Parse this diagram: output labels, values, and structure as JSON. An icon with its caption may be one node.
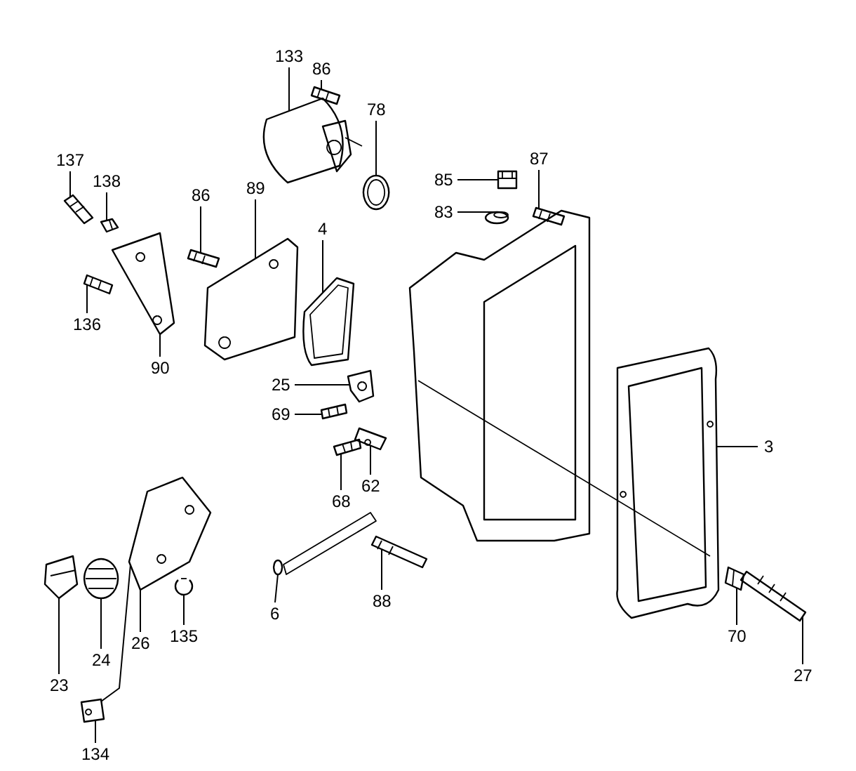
{
  "diagram": {
    "nodes": [
      {
        "text": [
          "133"
        ]
      },
      {
        "text": [
          "86"
        ]
      },
      {
        "text": [
          "78"
        ]
      },
      {
        "text": [
          "137"
        ]
      },
      {
        "text": [
          "138"
        ]
      },
      {
        "text": [
          "86"
        ]
      },
      {
        "text": [
          "89"
        ]
      },
      {
        "text": [
          "4"
        ]
      },
      {
        "text": [
          "87"
        ]
      },
      {
        "text": [
          "85"
        ]
      },
      {
        "text": [
          "83"
        ]
      },
      {
        "text": [
          "136"
        ]
      },
      {
        "text": [
          "90"
        ]
      },
      {
        "text": [
          "25"
        ]
      },
      {
        "text": [
          "69"
        ]
      },
      {
        "text": [
          "62"
        ]
      },
      {
        "text": [
          "68"
        ]
      },
      {
        "text": [
          "3"
        ]
      },
      {
        "text": [
          "88"
        ]
      },
      {
        "text": [
          "6"
        ]
      },
      {
        "text": [
          "135"
        ]
      },
      {
        "text": [
          "26"
        ]
      },
      {
        "text": [
          "24"
        ]
      },
      {
        "text": [
          "70"
        ]
      },
      {
        "text": [
          "27"
        ]
      },
      {
        "text": [
          "23"
        ]
      },
      {
        "text": [
          "134"
        ]
      },
      {
        "text": [],
        "shape": "picture"
      },
      {
        "text": [],
        "shape": "picture"
      },
      {
        "text": [],
        "shape": "picture"
      },
      {
        "text": [],
        "shape": "picture"
      },
      {
        "text": [],
        "shape": "picture"
      },
      {
        "text": [],
        "shape": "picture"
      },
      {
        "text": [],
        "shape": "picture"
      },
      {
        "text": [],
        "shape": "picture"
      },
      {
        "text": [],
        "shape": "picture"
      },
      {
        "text": [],
        "shape": "picture"
      },
      {
        "text": [],
        "shape": "picture"
      },
      {
        "text": [],
        "shape": "picture"
      },
      {
        "text": [],
        "shape": "picture"
      },
      {
        "text": [],
        "shape": "picture"
      },
      {
        "text": [],
        "shape": "picture"
      },
      {
        "text": [],
        "shape": "picture"
      },
      {
        "text": [],
        "shape": "picture"
      },
      {
        "text": [],
        "shape": "picture"
      },
      {
        "text": [],
        "shape": "picture"
      },
      {
        "text": [],
        "shape": "picture"
      },
      {
        "text": [],
        "shape": "picture"
      },
      {
        "text": [],
        "shape": "picture"
      },
      {
        "text": [],
        "shape": "picture"
      },
      {
        "text": [],
        "shape": "picture"
      },
      {
        "text": [],
        "shape": "picture"
      },
      {
        "text": [],
        "shape": "picture"
      },
      {
        "text": [],
        "shape": "picture"
      }
    ],
    "edges": [
      {
        "from": 0,
        "to": 27,
        "arrow": "none"
      },
      {
        "from": 1,
        "to": 28,
        "arrow": "none"
      },
      {
        "from": 2,
        "to": 29,
        "arrow": "none"
      },
      {
        "from": 3,
        "to": 30,
        "arrow": "none"
      },
      {
        "from": 4,
        "to": 31,
        "arrow": "none"
      },
      {
        "from": 5,
        "to": 32,
        "arrow": "none"
      },
      {
        "from": 6,
        "to": 33,
        "arrow": "none"
      },
      {
        "from": 7,
        "to": 34,
        "arrow": "none"
      },
      {
        "from": 8,
        "to": 35,
        "arrow": "none"
      },
      {
        "from": 9,
        "to": 36,
        "arrow": "none"
      },
      {
        "from": 10,
        "to": 37,
        "arrow": "none"
      },
      {
        "from": 11,
        "to": 38,
        "arrow": "none"
      },
      {
        "from": 12,
        "to": 39,
        "arrow": "none"
      },
      {
        "from": 13,
        "to": 40,
        "arrow": "none"
      },
      {
        "from": 14,
        "to": 41,
        "arrow": "none"
      },
      {
        "from": 15,
        "to": 42,
        "arrow": "none"
      },
      {
        "from": 16,
        "to": 43,
        "arrow": "none"
      },
      {
        "from": 17,
        "to": 44,
        "arrow": "none"
      },
      {
        "from": 18,
        "to": 45,
        "arrow": "none"
      },
      {
        "from": 19,
        "to": 46,
        "arrow": "none"
      },
      {
        "from": 20,
        "to": 47,
        "arrow": "none"
      },
      {
        "from": 21,
        "to": 48,
        "arrow": "none"
      },
      {
        "from": 22,
        "to": 49,
        "arrow": "none"
      },
      {
        "from": 23,
        "to": 50,
        "arrow": "none"
      },
      {
        "from": 24,
        "to": 51,
        "arrow": "none"
      },
      {
        "from": 25,
        "to": 52,
        "arrow": "none"
      },
      {
        "from": 26,
        "to": 53,
        "arrow": "none"
      },
      {
        "from": 53,
        "to": 48,
        "arrow": "none"
      }
    ]
  }
}
